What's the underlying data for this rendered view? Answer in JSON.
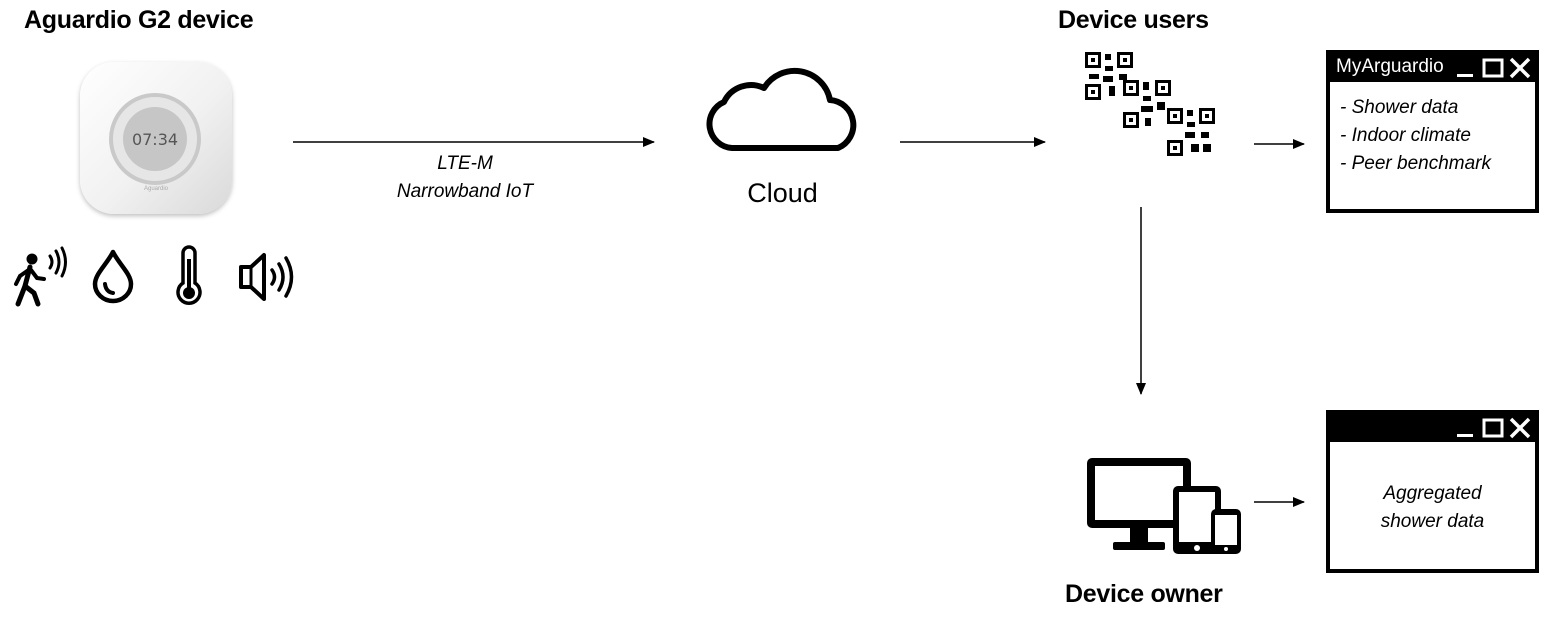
{
  "device": {
    "title": "Aguardio G2 device",
    "clock_text": "07:34",
    "brand_text": "Aguardio"
  },
  "sensors": [
    "motion-sensor-icon",
    "water-drop-icon",
    "thermometer-icon",
    "speaker-icon"
  ],
  "link": {
    "line1": "LTE-M",
    "line2": "Narrowband IoT"
  },
  "cloud": {
    "label": "Cloud"
  },
  "device_users": {
    "title": "Device users"
  },
  "device_owner": {
    "title": "Device owner"
  },
  "users_window": {
    "title": "MyArguardio",
    "items": [
      "- Shower data",
      "- Indoor climate",
      "- Peer benchmark"
    ]
  },
  "owner_window": {
    "line1": "Aggregated",
    "line2": "shower data"
  }
}
